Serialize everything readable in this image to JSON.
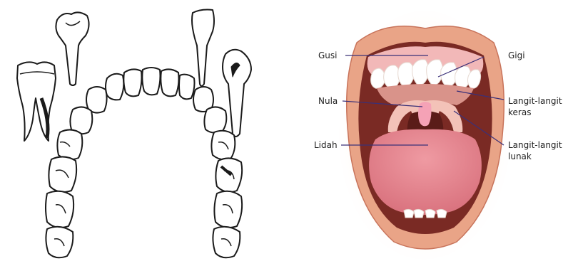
{
  "colors": {
    "ink": "#1a1a1a",
    "lip": "#e9a487",
    "lip_dark": "#c8735a",
    "mouth": "#7a2a24",
    "tongue": "#e8838c",
    "gum": "#f2b8b8",
    "palate": "#d9938a",
    "tooth": "#ffffff",
    "uvula": "#f5a2b6",
    "leader": "#3a3078"
  },
  "labels": {
    "gusi": "Gusi",
    "gigi": "Gigi",
    "nula": "Nula",
    "langit_keras_1": "Langit-langit",
    "langit_keras_2": "keras",
    "lidah": "Lidah",
    "langit_lunak_1": "Langit-langit",
    "langit_lunak_2": "lunak"
  }
}
